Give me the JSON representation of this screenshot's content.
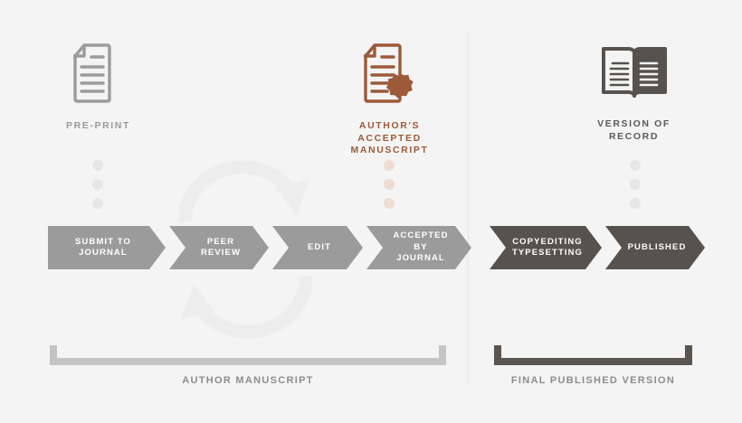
{
  "page": {
    "background": "#f4f4f4",
    "divider_color": "#e6e6e6"
  },
  "colors": {
    "accent_brown": "#9c5a39",
    "peach_dot": "#eedcd0",
    "light_gray_chevron": "#9b9b9b",
    "dark_gray_chevron": "#57524e",
    "light_bracket": "#c4c4c4",
    "dark_bracket": "#5a5551",
    "label_gray": "#9a9a9a",
    "loop_arrow": "#ededed"
  },
  "stages": [
    {
      "id": "pre-print",
      "icon": "document-icon",
      "label": "PRE-PRINT",
      "label_style": "gray"
    },
    {
      "id": "authors-accepted-manuscript",
      "icon": "document-with-seal-icon",
      "label": "AUTHOR'S\nACCEPTED\nMANUSCRIPT",
      "label_style": "accent"
    },
    {
      "id": "version-of-record",
      "icon": "open-book-icon",
      "label": "VERSION OF\nRECORD",
      "label_style": "dark"
    }
  ],
  "dot_columns": [
    {
      "id": "dots-preprint",
      "count": 3,
      "color": "#e6e6e6"
    },
    {
      "id": "dots-aam",
      "count": 3,
      "color": "#eedcd0"
    },
    {
      "id": "dots-vor",
      "count": 3,
      "color": "#e6e6e6"
    }
  ],
  "loops": [
    {
      "id": "loop-top",
      "direction": "clockwise-top",
      "color": "#ededed"
    },
    {
      "id": "loop-bottom",
      "direction": "counterclockwise-bottom",
      "color": "#ededed"
    }
  ],
  "workflow_left": {
    "name": "author-manuscript-workflow",
    "steps": [
      {
        "label": "SUBMIT TO\nJOURNAL",
        "width": 130
      },
      {
        "label": "PEER\nREVIEW",
        "width": 110
      },
      {
        "label": "EDIT",
        "width": 100
      },
      {
        "label": "ACCEPTED\nBY\nJOURNAL",
        "width": 116
      }
    ]
  },
  "workflow_right": {
    "name": "final-published-version-workflow",
    "steps": [
      {
        "label": "COPYEDITING\nTYPESETTING",
        "width": 124
      },
      {
        "label": "PUBLISHED",
        "width": 110
      }
    ]
  },
  "brackets": [
    {
      "id": "author-manuscript",
      "label": "AUTHOR MANUSCRIPT",
      "color": "#c4c4c4"
    },
    {
      "id": "final-published-version",
      "label": "FINAL PUBLISHED VERSION",
      "color": "#5a5551"
    }
  ]
}
